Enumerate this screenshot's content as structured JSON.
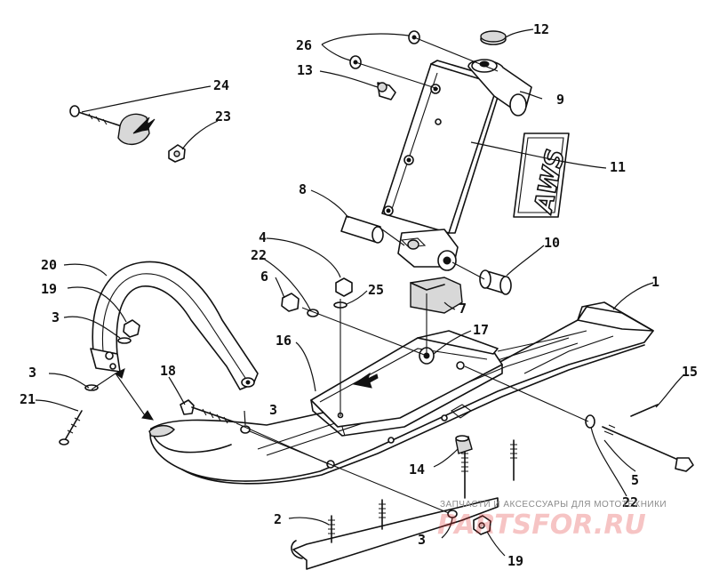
{
  "diagram": {
    "decal_text": "AWS",
    "callouts": {
      "c1": "1",
      "c2": "2",
      "c3a": "3",
      "c3b": "3",
      "c3c": "3",
      "c3d": "3",
      "c4": "4",
      "c5": "5",
      "c6": "6",
      "c7": "7",
      "c8": "8",
      "c9": "9",
      "c10": "10",
      "c11": "11",
      "c12": "12",
      "c13": "13",
      "c14": "14",
      "c15": "15",
      "c16": "16",
      "c17": "17",
      "c18": "18",
      "c19a": "19",
      "c19b": "19",
      "c20": "20",
      "c21": "21",
      "c22a": "22",
      "c22b": "22",
      "c23": "23",
      "c24": "24",
      "c25": "25",
      "c26": "26"
    }
  },
  "watermark": {
    "caption": "ЗАПЧАСТИ И АКСЕССУАРЫ ДЛЯ МОТОТЕХНИКИ",
    "logo": "PARTSFOR.RU"
  }
}
